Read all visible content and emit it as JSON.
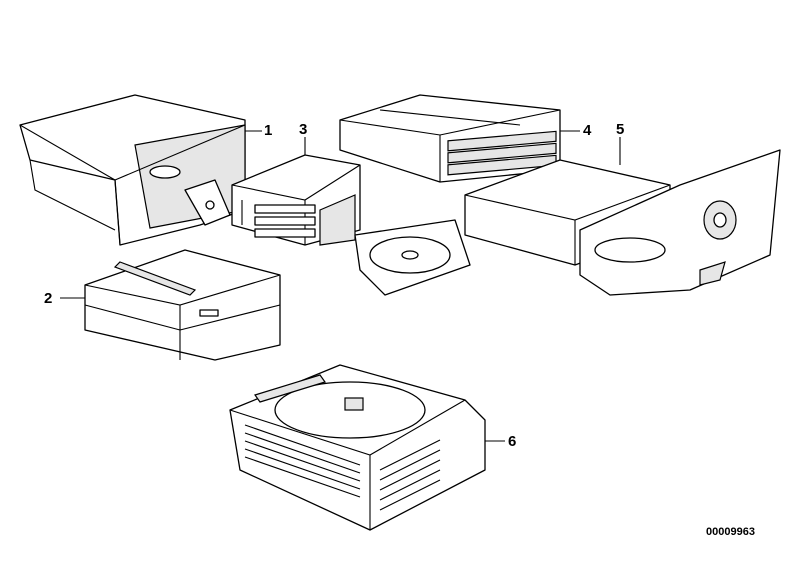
{
  "callouts": [
    "1",
    "2",
    "3",
    "4",
    "5",
    "6"
  ],
  "drawing_code": "00009963"
}
